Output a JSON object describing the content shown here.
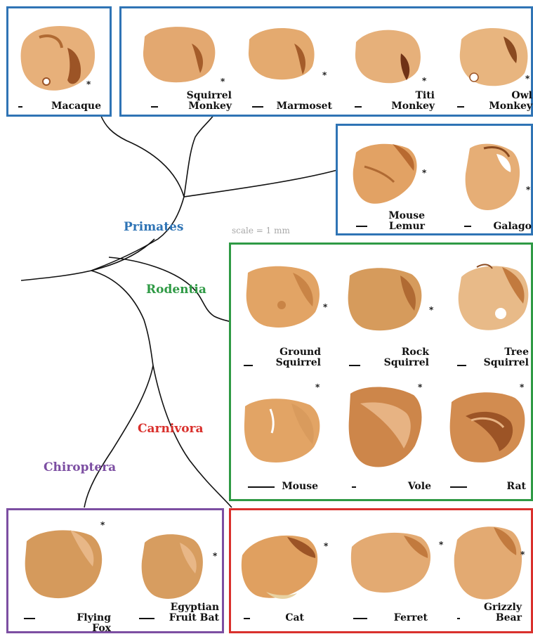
{
  "groups": {
    "primates": {
      "label": "Primates",
      "color": "#2f74b5"
    },
    "rodentia": {
      "label": "Rodentia",
      "color": "#2f9a45"
    },
    "carnivora": {
      "label": "Carnivora",
      "color": "#d9302c"
    },
    "chiroptera": {
      "label": "Chiroptera",
      "color": "#7c4ea2"
    }
  },
  "scale_note": "scale = 1 mm",
  "asterisk": "*",
  "species": {
    "macaque": "Macaque",
    "squirrel_monkey": "Squirrel\nMonkey",
    "marmoset": "Marmoset",
    "titi_monkey": "Titi\nMonkey",
    "owl_monkey": "Owl\nMonkey",
    "mouse_lemur": "Mouse\nLemur",
    "galago": "Galago",
    "ground_squirrel": "Ground\nSquirrel",
    "rock_squirrel": "Rock\nSquirrel",
    "tree_squirrel": "Tree\nSquirrel",
    "mouse": "Mouse",
    "vole": "Vole",
    "rat": "Rat",
    "flying_fox": "Flying\nFox",
    "egyptian_fruit_bat": "Egyptian\nFruit Bat",
    "cat": "Cat",
    "ferret": "Ferret",
    "grizzly_bear": "Grizzly\nBear"
  },
  "colors": {
    "tissue_light": "#e7b07a",
    "tissue_mid": "#d08f4f",
    "tissue_dark": "#9c5426",
    "branch": "#111111"
  }
}
